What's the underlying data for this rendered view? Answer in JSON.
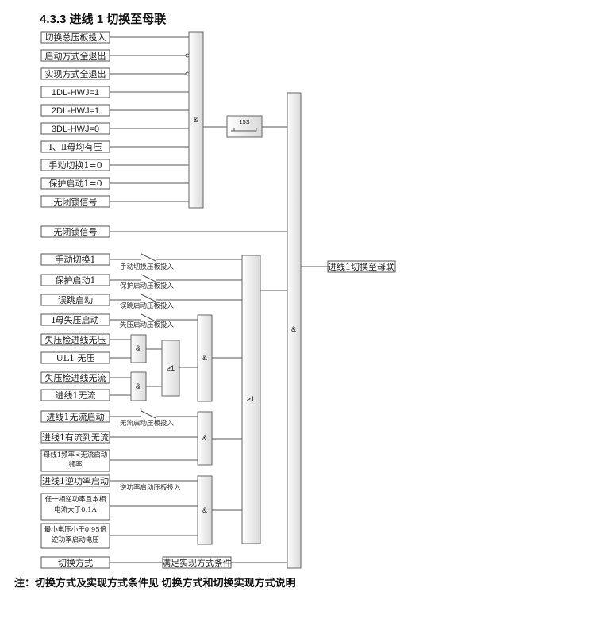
{
  "heading": "4.3.3 进线 1 切换至母联",
  "footnote": "注：切换方式及实现方式条件见 切换方式和切换实现方式说明",
  "colors": {
    "wire": "#555555",
    "gate_top": "#ffffff",
    "gate_bottom": "#d9d9d9"
  },
  "gate1": {
    "symbol": "&",
    "inputs": [
      "切换总压板投入",
      "启动方式全退出",
      "实现方式全退出",
      "1DL-HWJ=1",
      "2DL-HWJ=1",
      "3DL-HWJ=0",
      "Ⅰ、Ⅱ母均有压",
      "手动切换1=0",
      "保护启动1=0",
      "无闭锁信号"
    ]
  },
  "timer_label": "15S",
  "no_lock_input": "无闭锁信号",
  "manual_inputs": [
    {
      "label": "手动切换1",
      "switch": "手动切换压板投入"
    },
    {
      "label": "保护启动1",
      "switch": "保护启动压板投入"
    },
    {
      "label": "误跳启动",
      "switch": "误跳启动压板投入"
    }
  ],
  "voltage_loss": {
    "label": "Ⅰ母失压启动",
    "switch": "失压启动压板投入",
    "in1": "失压检进线无压",
    "in2": "UL1 无压",
    "in3": "失压检进线无流",
    "in4": "进线1无流",
    "and_symbol": "&",
    "or_symbol": "≥1"
  },
  "no_current": {
    "label": "进线1无流启动",
    "switch": "无流启动压板投入",
    "in1": "进线1有流到无流",
    "in2": "母线1频率<无流启动频率",
    "symbol": "&"
  },
  "reverse_power": {
    "label": "进线1逆功率启动",
    "switch": "逆功率启动压板投入",
    "in1": "任一相逆功率且本相电流大于0.1A",
    "in2": "最小电压小于0.95倍逆功率启动电压",
    "symbol": "&"
  },
  "big_or_symbol": "≥1",
  "switch_mode": {
    "label": "切换方式",
    "condition": "满足实现方式条件"
  },
  "final_and_symbol": "&",
  "output": "进线1切换至母联"
}
